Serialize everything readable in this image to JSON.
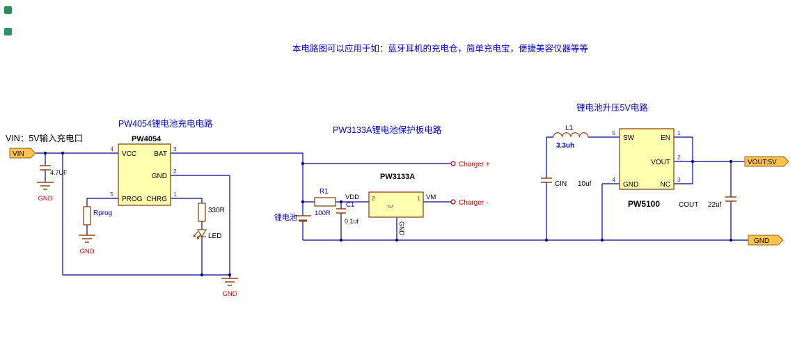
{
  "note": "本电路图可以应用于如：蓝牙耳机的充电仓，简单充电宝，便捷美容仪器等等",
  "sections": {
    "charge": "PW4054锂电池充电电路",
    "protect": "PW3133A锂电池保护板电路",
    "boost": "锂电池升压5V电路"
  },
  "input_desc": "VIN：5V输入充电口",
  "ports": {
    "vin": "VIN",
    "vout": "VOUT:5V",
    "gnd": "GND"
  },
  "gnd": "GND",
  "terminals": {
    "plus": "Charger +",
    "minus": "Charger -"
  },
  "battery_label": "锂电池",
  "parts": {
    "c_in": {
      "value": "4.7UF"
    },
    "rprog": {
      "ref": "Rprog"
    },
    "r_led": {
      "value": "330R"
    },
    "led": {
      "ref": "LED"
    },
    "r1": {
      "ref": "R1",
      "value": "100R"
    },
    "c1": {
      "ref": "C1",
      "value": "0.1uf"
    },
    "l1": {
      "ref": "L1",
      "value": "3.3uh"
    },
    "cin": {
      "ref": "CIN",
      "value": "10uf"
    },
    "cout": {
      "ref": "COUT",
      "value": "22uf"
    }
  },
  "pw4054": {
    "title": "PW4054",
    "pin_vcc": "VCC",
    "num_vcc": "4",
    "pin_bat": "BAT",
    "num_bat": "3",
    "pin_gnd": "GND",
    "num_gnd": "2",
    "pin_prog": "PROG",
    "num_prog": "5",
    "pin_chrg": "CHRG",
    "num_chrg": "1"
  },
  "pw3133a": {
    "title": "PW3133A",
    "pin_vdd": "VDD",
    "num_vdd": "2",
    "pin_vm": "VM",
    "num_vm": "1",
    "pin_gnd": "GND",
    "num_gnd": "3"
  },
  "pw5100": {
    "title": "PW5100",
    "pin_sw": "SW",
    "num_sw": "5",
    "pin_en": "EN",
    "num_en": "1",
    "pin_vout": "VOUT",
    "num_vout": "2",
    "pin_gnd": "GND",
    "num_gnd": "4",
    "pin_nc": "NC",
    "num_nc": "3"
  },
  "colors": {
    "wire": "#00008B",
    "component": "#8B4513",
    "chip_fill": "#FFFFB0",
    "tag_fill": "#FFC34D",
    "label_blue": "#0000CD",
    "label_red": "#E00000"
  }
}
